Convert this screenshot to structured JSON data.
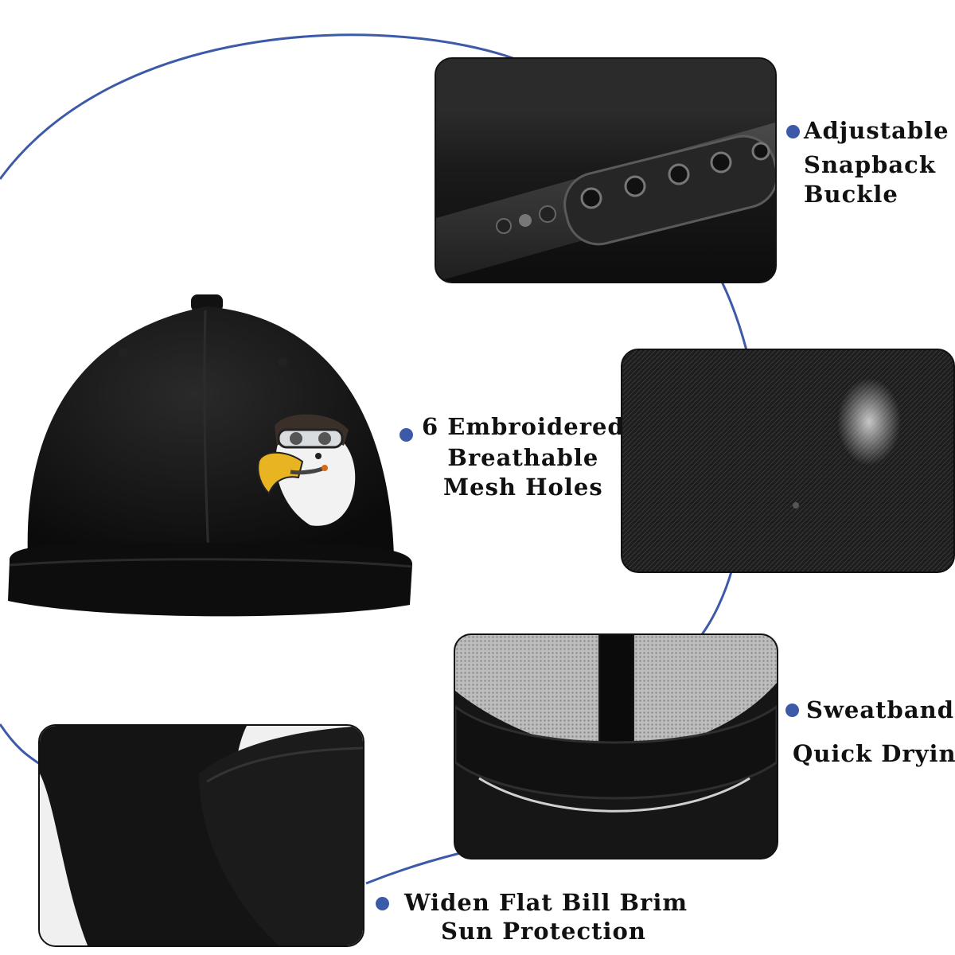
{
  "colors": {
    "accent_dot": "#3d5aa8",
    "arc_line": "#3d5aa8",
    "cap_body": "#111111",
    "panel_border": "#111111"
  },
  "features": {
    "buckle": {
      "line1": "Adjustable",
      "line2": "Snapback",
      "line3": "Buckle"
    },
    "mesh": {
      "line1": "6 Embroidered",
      "line2": "Breathable",
      "line3": "Mesh Holes"
    },
    "sweatband": {
      "line1": "Sweatband",
      "line2": "Quick Drying"
    },
    "brim": {
      "line1": "Widen Flat Bill Brim",
      "line2": "Sun Protection"
    }
  },
  "product": {
    "name": "black flat-bill snapback cap",
    "patch": "eagle with helmet and goggles"
  }
}
